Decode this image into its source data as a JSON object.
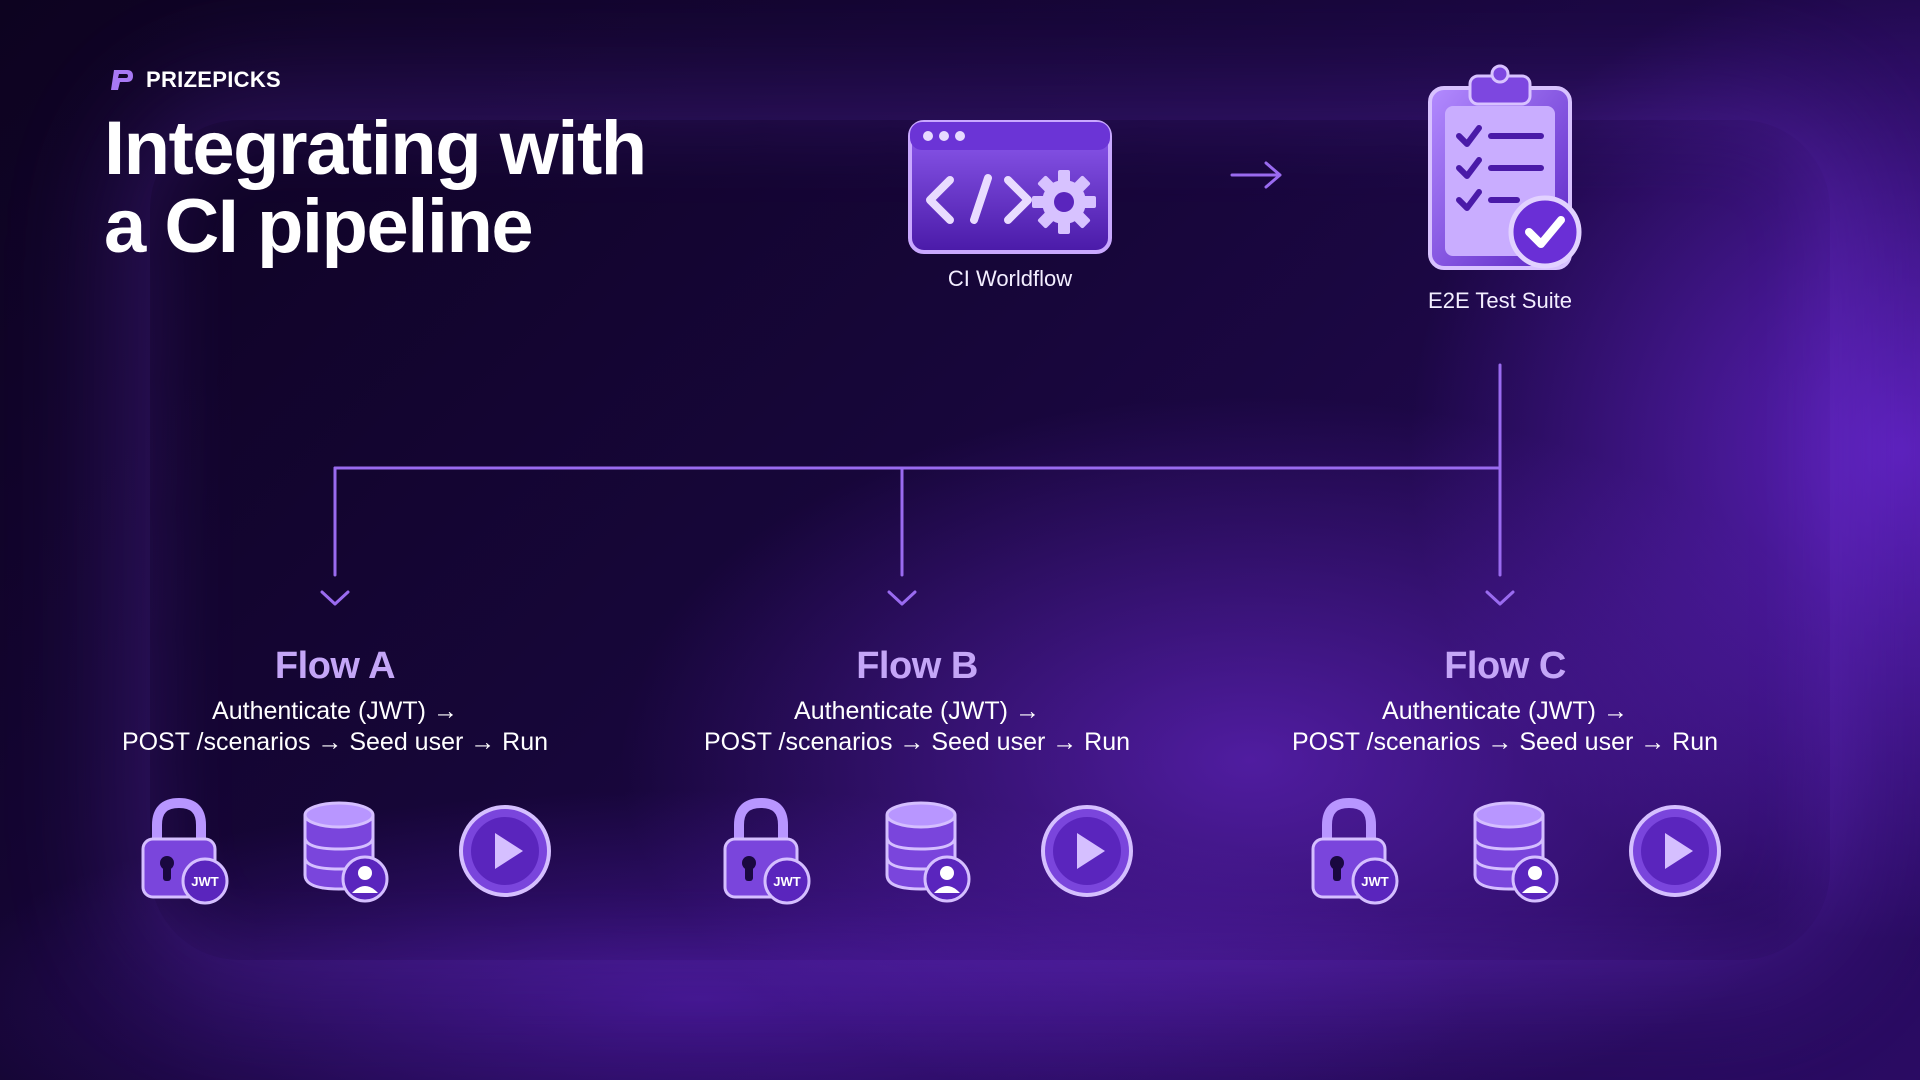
{
  "brand": {
    "name": "PRIZEPICKS",
    "logo_icon": "prizepicks-logo-icon"
  },
  "title": {
    "line1": "Integrating with",
    "line2": "a CI pipeline"
  },
  "pipeline": {
    "ci": {
      "label": "CI Worldflow",
      "icon": "code-window-gear-icon"
    },
    "e2e": {
      "label": "E2E Test Suite",
      "icon": "clipboard-checklist-icon"
    }
  },
  "flows": [
    {
      "title": "Flow A",
      "steps_line1": "Authenticate (JWT) →",
      "steps_line2": "POST /scenarios → Seed user → Run",
      "icons": {
        "lock": "JWT"
      }
    },
    {
      "title": "Flow B",
      "steps_line1": "Authenticate (JWT) →",
      "steps_line2": "POST /scenarios → Seed user → Run",
      "icons": {
        "lock": "JWT"
      }
    },
    {
      "title": "Flow C",
      "steps_line1": "Authenticate (JWT) →",
      "steps_line2": "POST /scenarios → Seed user → Run",
      "icons": {
        "lock": "JWT"
      }
    }
  ],
  "colors": {
    "accent": "#9a6bf0",
    "flow_title": "#c4a6f7",
    "background": "#12062a"
  }
}
